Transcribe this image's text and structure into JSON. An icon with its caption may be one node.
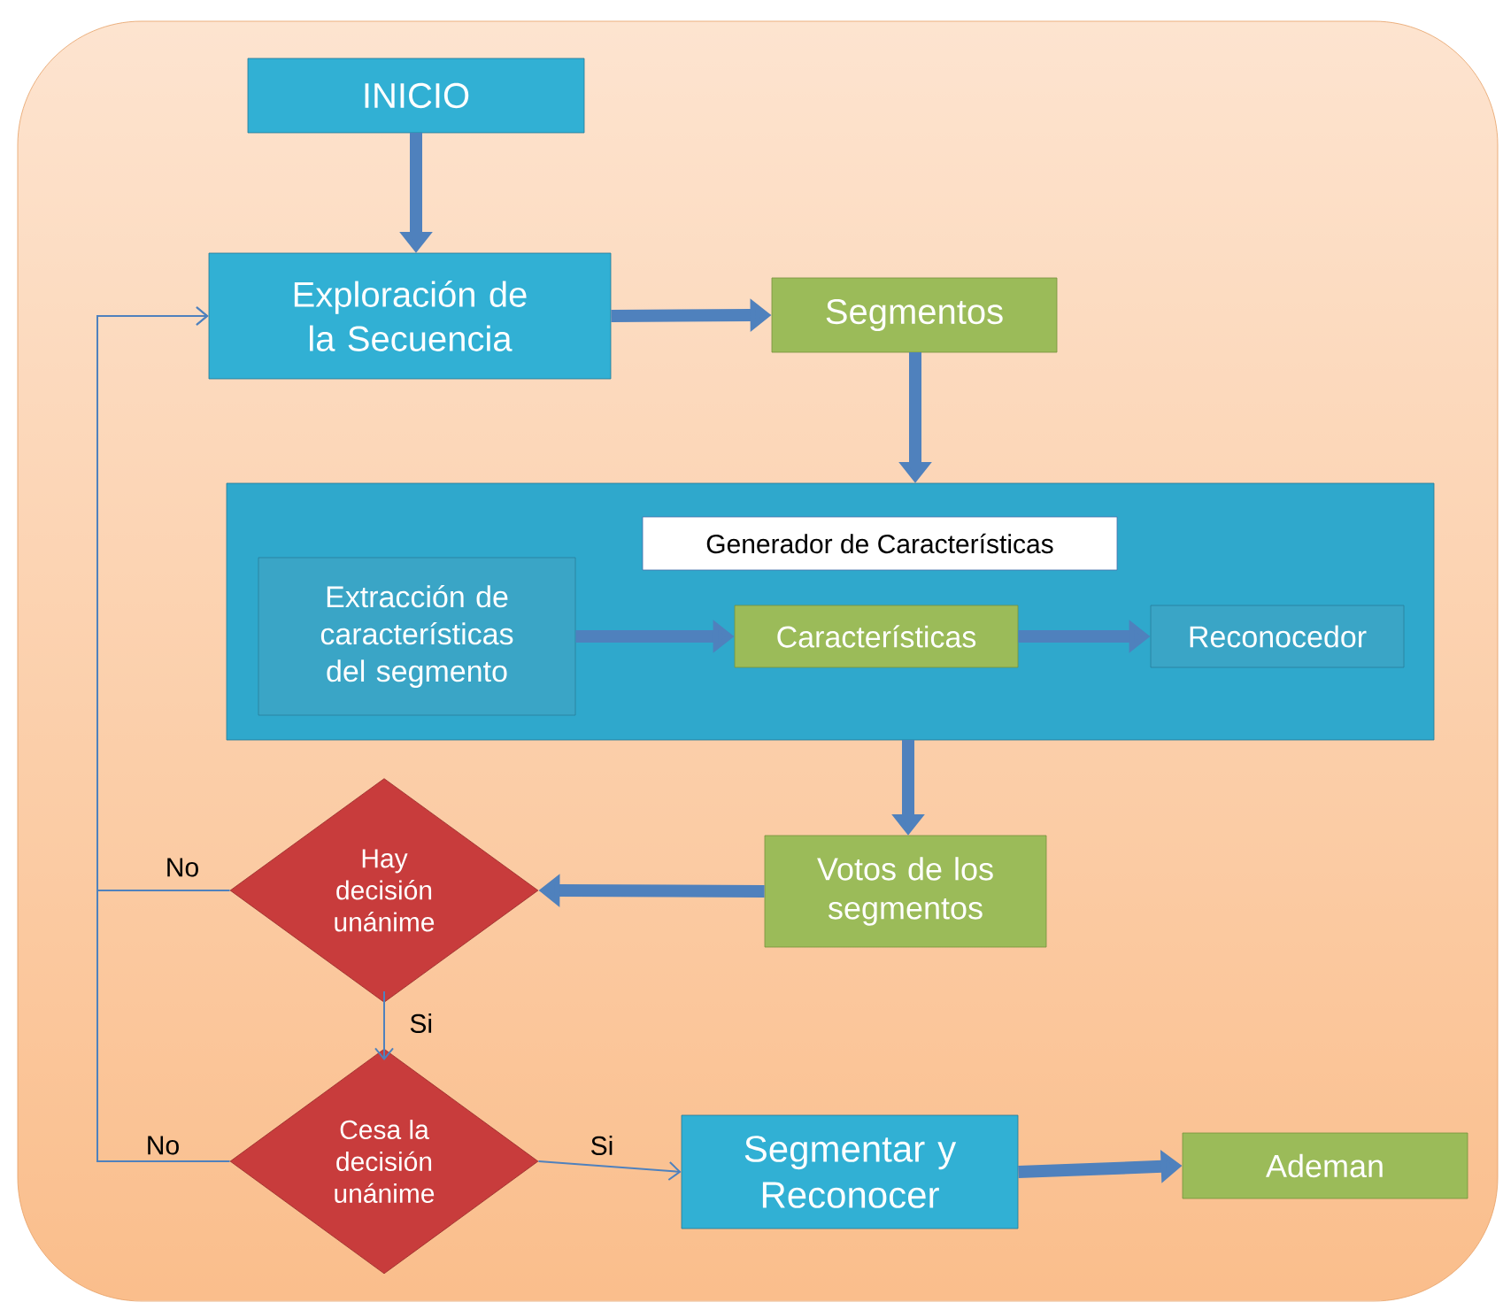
{
  "diagram": {
    "nodes": [
      {
        "text": [
          "INICIO"
        ]
      },
      {
        "text": [
          "Exploración de la Secuencia"
        ]
      },
      {
        "text": [
          "Segmentos"
        ]
      },
      {
        "text": [
          "Generador de Características"
        ]
      },
      {
        "text": [
          "Extracción de características del segmento"
        ],
        "in": 3
      },
      {
        "text": [
          "Características"
        ],
        "in": 3
      },
      {
        "text": [
          "Reconocedor"
        ],
        "in": 3
      },
      {
        "text": [
          "Votos de los segmentos"
        ]
      },
      {
        "text": [
          "Hay decisión unánime"
        ]
      },
      {
        "text": [
          "Cesa la decisión unánime"
        ]
      },
      {
        "text": [
          "Segmentar y Reconocer"
        ]
      },
      {
        "text": [
          "Ademan"
        ]
      }
    ],
    "edges": [
      {
        "from": 0,
        "to": 1,
        "arrow": "to"
      },
      {
        "from": 1,
        "to": 2,
        "arrow": "to"
      },
      {
        "from": 2,
        "to": 3,
        "arrow": "to"
      },
      {
        "from": 4,
        "to": 5,
        "arrow": "to"
      },
      {
        "from": 5,
        "to": 6,
        "arrow": "to"
      },
      {
        "from": 3,
        "to": 7,
        "arrow": "to"
      },
      {
        "from": 7,
        "to": 8,
        "arrow": "to"
      },
      {
        "from": 8,
        "to": 9,
        "arrow": "to",
        "label": "Si"
      },
      {
        "from": 9,
        "to": 10,
        "arrow": "to",
        "label": "Si"
      },
      {
        "from": 8,
        "to": 1,
        "arrow": "to",
        "label": "No"
      },
      {
        "from": 9,
        "to": 1,
        "arrow": "to",
        "label": "No"
      },
      {
        "from": 10,
        "to": 11,
        "arrow": "to"
      }
    ]
  }
}
